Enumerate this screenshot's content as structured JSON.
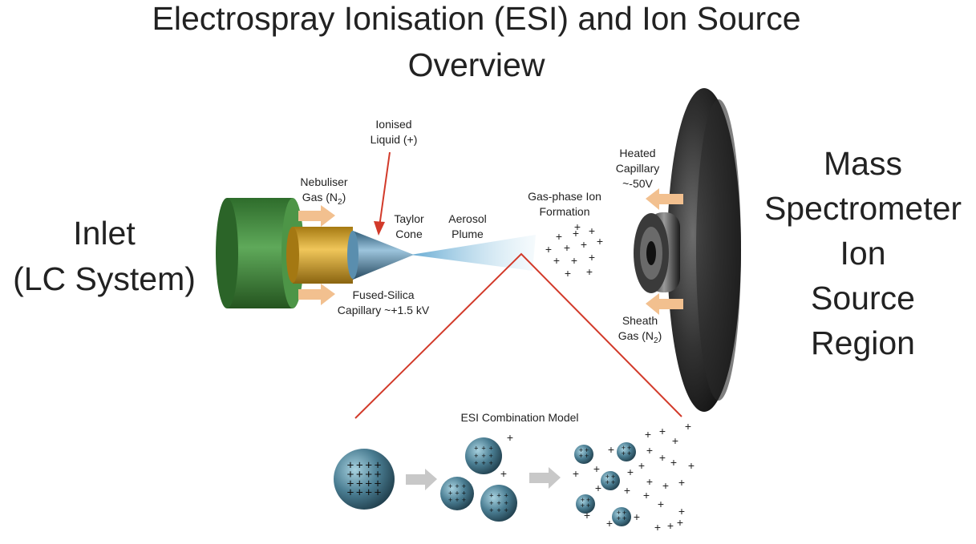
{
  "title": {
    "line1": "Electrospray Ionisation (ESI) and Ion Source",
    "line2": "Overview"
  },
  "inlet": {
    "line1": "Inlet",
    "line2": "(LC System)"
  },
  "mass_spec": {
    "lines": [
      "Mass",
      "Spectrometer",
      "Ion",
      "Source",
      "Region"
    ]
  },
  "labels": {
    "ionised_liquid": [
      "Ionised",
      "Liquid (+)"
    ],
    "nebuliser_gas": {
      "line1": "Nebuliser",
      "line2_prefix": "Gas (N",
      "sub": "2",
      "suffix": ")"
    },
    "taylor_cone": [
      "Taylor",
      "Cone"
    ],
    "aerosol_plume": [
      "Aerosol",
      "Plume"
    ],
    "gas_phase": [
      "Gas-phase Ion",
      "Formation"
    ],
    "heated_capillary": [
      "Heated",
      "Capillary",
      "~-50V"
    ],
    "fused_silica": [
      "Fused-Silica",
      "Capillary ~+1.5 kV"
    ],
    "sheath_gas": {
      "line1": "Sheath",
      "line2_prefix": "Gas (N",
      "sub": "2",
      "suffix": ")"
    },
    "esi_model": "ESI Combination Model"
  },
  "glyphs": {
    "plus": "+"
  },
  "colors": {
    "inlet_green": "#3f8a3a",
    "capillary_gold": "#d9a630",
    "cone_blue": "#5a8eae",
    "arrow_orange": "#f2c08f",
    "callout_red": "#d23a2a",
    "droplet_teal": "#4a7d92",
    "disc_dark": "#222222"
  }
}
